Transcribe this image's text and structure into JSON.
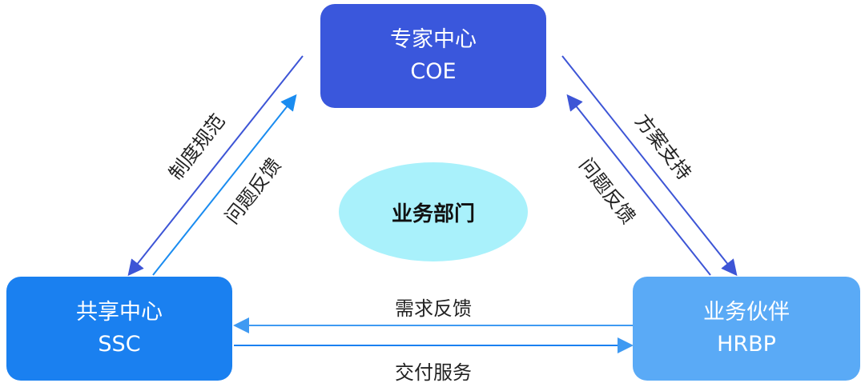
{
  "nodes": {
    "coe": {
      "title": "专家中心",
      "abbr": "COE"
    },
    "ssc": {
      "title": "共享中心",
      "abbr": "SSC"
    },
    "hrbp": {
      "title": "业务伙伴",
      "abbr": "HRBP"
    },
    "center": {
      "title": "业务部门"
    }
  },
  "edges": {
    "coe_to_ssc": "制度规范",
    "ssc_to_coe": "问题反馈",
    "coe_to_hrbp": "方案支持",
    "hrbp_to_coe": "问题反馈",
    "hrbp_to_ssc": "需求反馈",
    "ssc_to_hrbp": "交付服务"
  },
  "colors": {
    "dark_arrow": "#3d55d6",
    "light_arrow": "#1a8cf0",
    "bottom_arrow": "#3f9af2"
  }
}
